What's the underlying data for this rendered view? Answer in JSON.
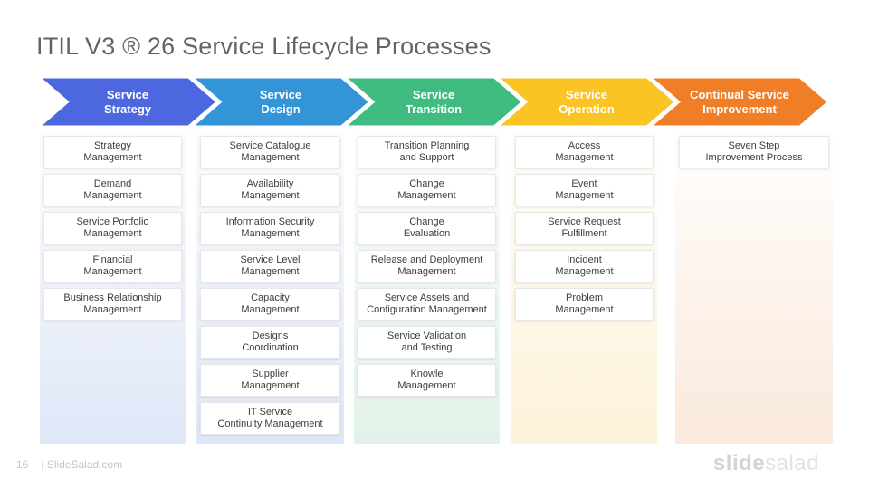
{
  "slide": {
    "title": "ITIL V3 ® 26 Service Lifecycle Processes",
    "footer": {
      "page_number": "16",
      "site_label": "| SlideSalad.com"
    },
    "logo": {
      "part1": "slide",
      "part2": "salad"
    }
  },
  "phases": [
    {
      "name": "Service Strategy",
      "label": "Service\nStrategy",
      "color": "#4D67E1",
      "tint_top": "#fdfdfe",
      "tint_bottom": "#dfe7f7",
      "items": [
        "Strategy\nManagement",
        "Demand\nManagement",
        "Service Portfolio\nManagement",
        "Financial\nManagement",
        "Business Relationship\nManagement"
      ]
    },
    {
      "name": "Service Design",
      "label": "Service\nDesign",
      "color": "#3494D8",
      "tint_top": "#fdfdfe",
      "tint_bottom": "#dce8f8",
      "items": [
        "Service Catalogue\nManagement",
        "Availability\nManagement",
        "Information Security\nManagement",
        "Service Level\nManagement",
        "Capacity\nManagement",
        "Designs\nCoordination",
        "Supplier\nManagement",
        "IT Service\nContinuity Management"
      ]
    },
    {
      "name": "Service Transition",
      "label": "Service\nTransition",
      "color": "#40BC80",
      "tint_top": "#fdfefd",
      "tint_bottom": "#e2f2e9",
      "items": [
        "Transition Planning\nand Support",
        "Change\nManagement",
        "Change\nEvaluation",
        "Release and Deployment\nManagement",
        "Service Assets and\nConfiguration Management",
        "Service Validation\nand Testing",
        "Knowle\nManagement"
      ]
    },
    {
      "name": "Service Operation",
      "label": "Service\nOperation",
      "color": "#F9C424",
      "tint_top": "#fffefb",
      "tint_bottom": "#fcf2d9",
      "items": [
        "Access\nManagement",
        "Event\nManagement",
        "Service Request\nFulfillment",
        "Incident\nManagement",
        "Problem\nManagement"
      ]
    },
    {
      "name": "Continual Service Improvement",
      "label": "Continual Service\nImprovement",
      "color": "#F07E27",
      "tint_top": "#fffefd",
      "tint_bottom": "#fae9dc",
      "items": [
        "Seven Step\nImprovement Process"
      ]
    }
  ]
}
